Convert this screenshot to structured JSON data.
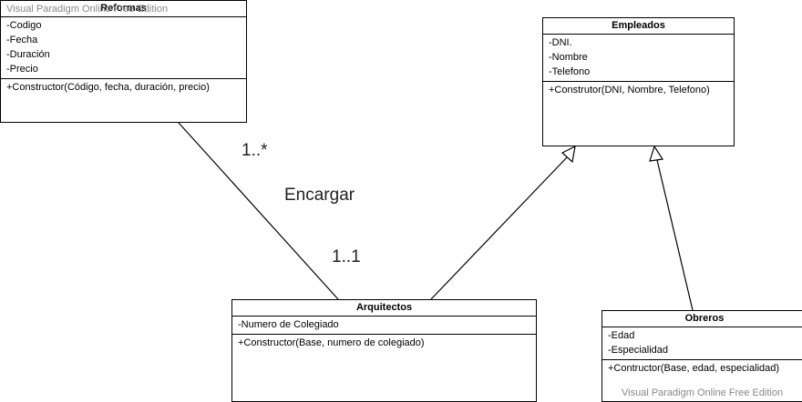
{
  "classes": {
    "reformas": {
      "name": "Reformas",
      "attributes": [
        "-Codigo",
        "-Fecha",
        "-Duración",
        "-Precio"
      ],
      "operations": [
        "+Constructor(Código, fecha, duración, precio)"
      ]
    },
    "empleados": {
      "name": "Empleados",
      "attributes": [
        "-DNI.",
        "-Nombre",
        "-Telefono"
      ],
      "operations": [
        "+Construtor(DNI, Nombre, Telefono)"
      ]
    },
    "arquitectos": {
      "name": "Arquitectos",
      "attributes": [
        "-Numero de Colegiado"
      ],
      "operations": [
        "+Constructor(Base, numero de colegiado)"
      ]
    },
    "obreros": {
      "name": "Obreros",
      "attributes": [
        "-Edad",
        "-Especialidad"
      ],
      "operations": [
        "+Contructor(Base, edad, especialidad)"
      ]
    }
  },
  "association": {
    "name": "Encargar",
    "multiplicity_reformas": "1..*",
    "multiplicity_arquitectos": "1..1"
  },
  "watermark": {
    "text": "Visual Paradigm Online Free Edition"
  }
}
